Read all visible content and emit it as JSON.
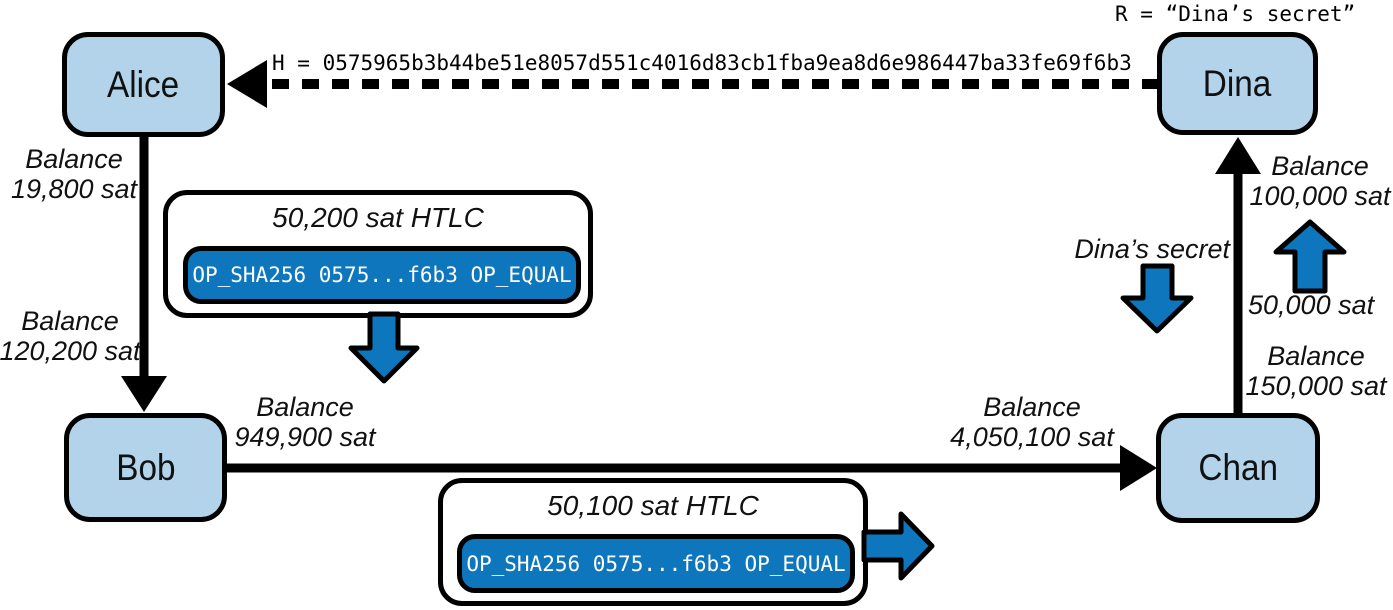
{
  "colors": {
    "node_fill": "#b2d3e9",
    "accent_blue": "#0d76bd",
    "outline": "#000000",
    "script_text": "#ffffff"
  },
  "nodes": {
    "alice": {
      "label": "Alice"
    },
    "bob": {
      "label": "Bob"
    },
    "chan": {
      "label": "Chan"
    },
    "dina": {
      "label": "Dina"
    }
  },
  "annotations": {
    "r_secret": "R = “Dina’s secret”",
    "hash": "H = 0575965b3b44be51e8057d551c4016d83cb1fba9ea8d6e986447ba33fe69f6b3",
    "dina_secret": "Dina’s secret",
    "htlc_amount_chan_dina": "50,000 sat"
  },
  "balances": {
    "alice_side_ab": {
      "line1": "Balance",
      "line2": "19,800 sat"
    },
    "bob_side_ab": {
      "line1": "Balance",
      "line2": "120,200 sat"
    },
    "bob_side_bc": {
      "line1": "Balance",
      "line2": "949,900 sat"
    },
    "chan_side_bc": {
      "line1": "Balance",
      "line2": "4,050,100 sat"
    },
    "dina_side_cd": {
      "line1": "Balance",
      "line2": "100,000 sat"
    },
    "chan_side_cd": {
      "line1": "Balance",
      "line2": "150,000 sat"
    }
  },
  "htlcs": {
    "alice_bob": {
      "title": "50,200 sat HTLC",
      "script": "OP_SHA256 0575...f6b3 OP_EQUAL"
    },
    "bob_chan": {
      "title": "50,100 sat HTLC",
      "script": "OP_SHA256 0575...f6b3 OP_EQUAL"
    }
  }
}
